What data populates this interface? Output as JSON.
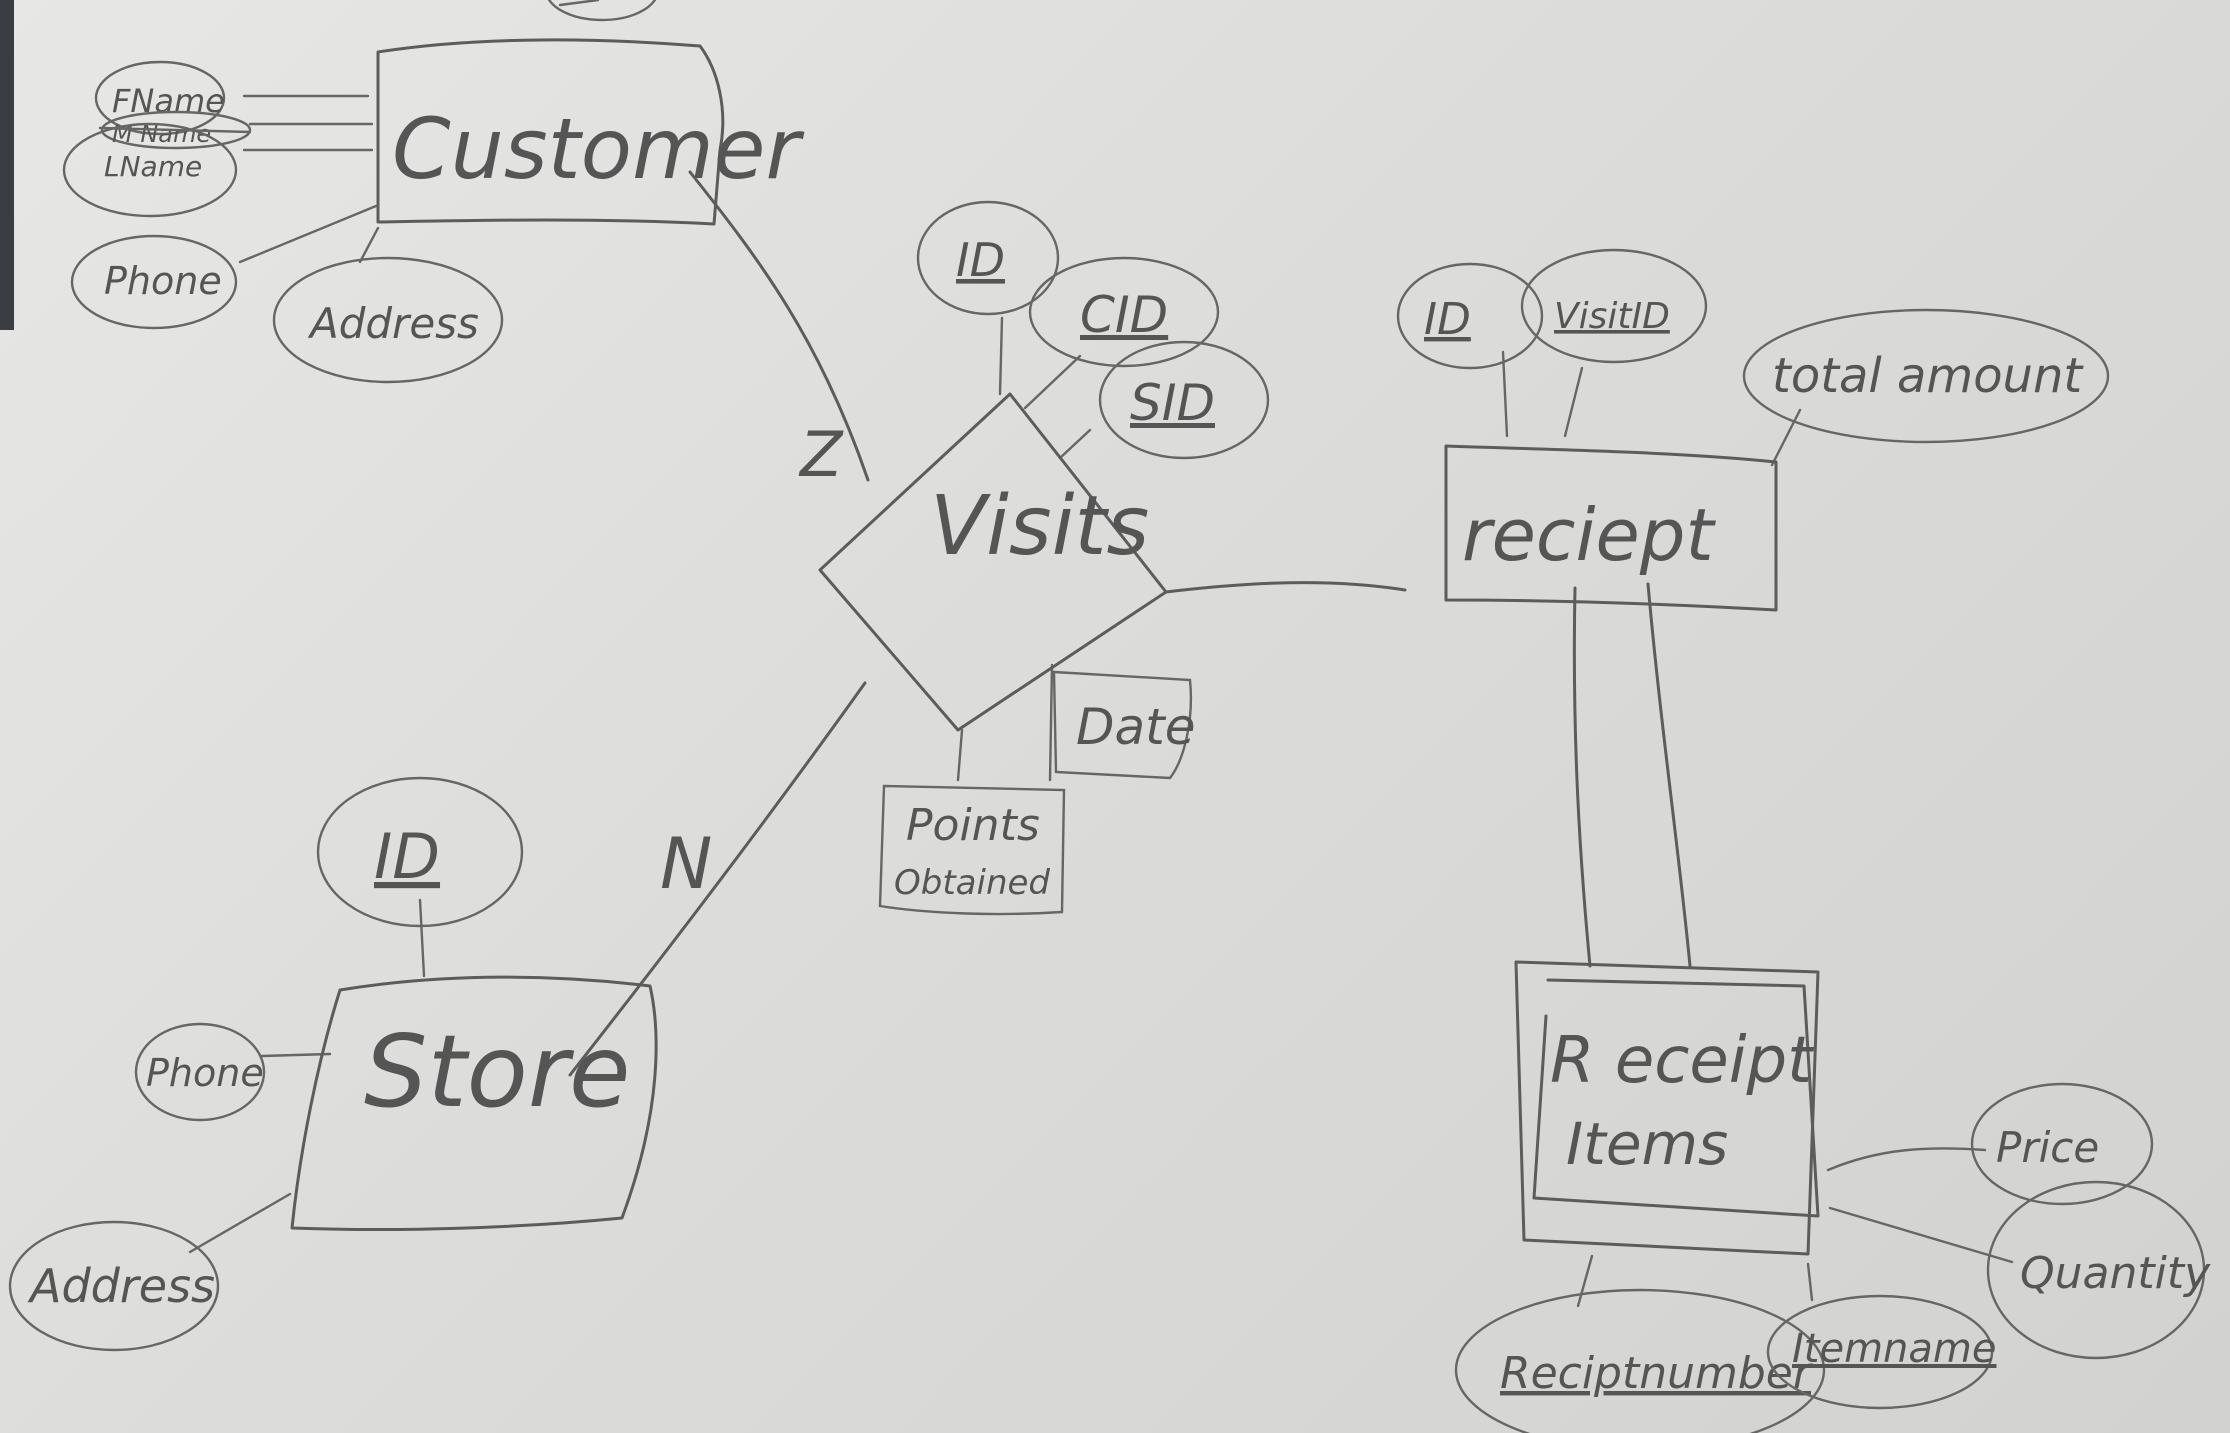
{
  "entities": {
    "customer": "Customer",
    "store": "Store",
    "receipt": "reciept",
    "receipt_items_line1": "R eceipt",
    "receipt_items_line2": "Items"
  },
  "relationship": {
    "visits": "Visits"
  },
  "attributes": {
    "customer_fname": "FName",
    "customer_mname": "M Name",
    "customer_lname": "LName",
    "customer_phone": "Phone",
    "customer_address": "Address",
    "visits_id": "ID",
    "visits_cid": "CID",
    "visits_sid": "SID",
    "visits_date": "Date",
    "visits_points_line1": "Points",
    "visits_points_line2": "Obtained",
    "receipt_id": "ID",
    "receipt_visitid": "VisitID",
    "receipt_total": "total amount",
    "store_id": "ID",
    "store_phone": "Phone",
    "store_address": "Address",
    "items_price": "Price",
    "items_quantity": "Quantity",
    "items_receiptnumber": "Reciptnumber",
    "items_itemname": "Itemname"
  },
  "cardinality": {
    "customer_side": "Z",
    "store_side": "N"
  },
  "colors": {
    "ink": "#5c5c5c",
    "paper": "#e0e0de"
  }
}
